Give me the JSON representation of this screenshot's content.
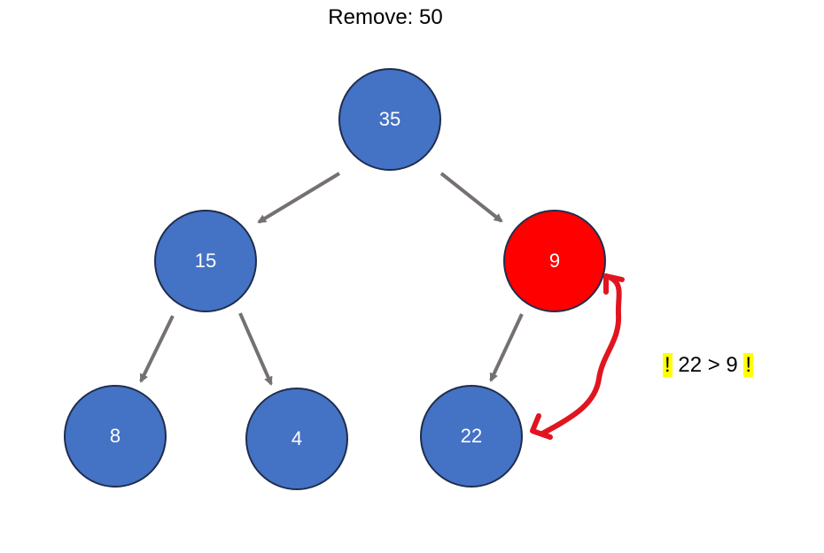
{
  "title": "Remove: 50",
  "colors": {
    "node_fill": "#4472c4",
    "node_stroke": "#1f2d4d",
    "highlight_node_fill": "#ff0000",
    "edge": "#767171",
    "swap_arrow": "#e0151f",
    "note_highlight": "#ffff00"
  },
  "tree": {
    "nodes": [
      {
        "id": "n35",
        "label": "35",
        "highlight": false
      },
      {
        "id": "n15",
        "label": "15",
        "highlight": false
      },
      {
        "id": "n9",
        "label": "9",
        "highlight": true
      },
      {
        "id": "n8",
        "label": "8",
        "highlight": false
      },
      {
        "id": "n4",
        "label": "4",
        "highlight": false
      },
      {
        "id": "n22",
        "label": "22",
        "highlight": false
      }
    ],
    "edges": [
      {
        "from": "n35",
        "to": "n15"
      },
      {
        "from": "n35",
        "to": "n9"
      },
      {
        "from": "n15",
        "to": "n8"
      },
      {
        "from": "n15",
        "to": "n4"
      },
      {
        "from": "n9",
        "to": "n22"
      }
    ]
  },
  "comparison_note": {
    "mark_left": "!",
    "text": " 22 > 9 ",
    "mark_right": "!"
  }
}
